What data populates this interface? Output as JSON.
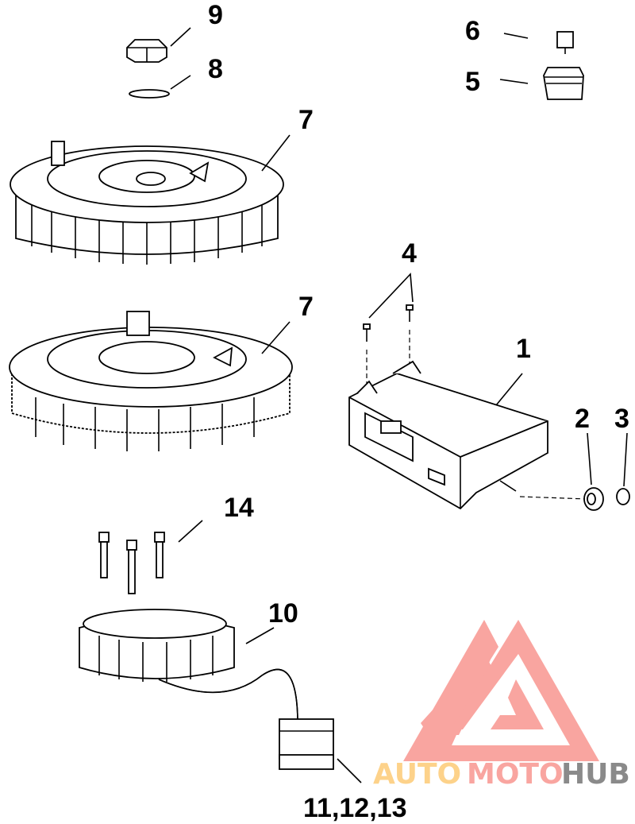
{
  "diagram": {
    "callouts": [
      {
        "id": "9",
        "label": "9"
      },
      {
        "id": "8",
        "label": "8"
      },
      {
        "id": "6",
        "label": "6"
      },
      {
        "id": "5",
        "label": "5"
      },
      {
        "id": "7a",
        "label": "7"
      },
      {
        "id": "7b",
        "label": "7"
      },
      {
        "id": "4",
        "label": "4"
      },
      {
        "id": "1",
        "label": "1"
      },
      {
        "id": "2",
        "label": "2"
      },
      {
        "id": "3",
        "label": "3"
      },
      {
        "id": "14",
        "label": "14"
      },
      {
        "id": "10",
        "label": "10"
      },
      {
        "id": "11-13",
        "label": "11,12,13"
      }
    ]
  },
  "watermark": {
    "word_1": "AUTO",
    "word_2": "MOTO",
    "word_3": "HUB",
    "colors": {
      "mark": "#f9a5a0",
      "auto": "#fdd28a",
      "moto": "#f9a5a0",
      "hub": "#8a8a8a"
    }
  }
}
